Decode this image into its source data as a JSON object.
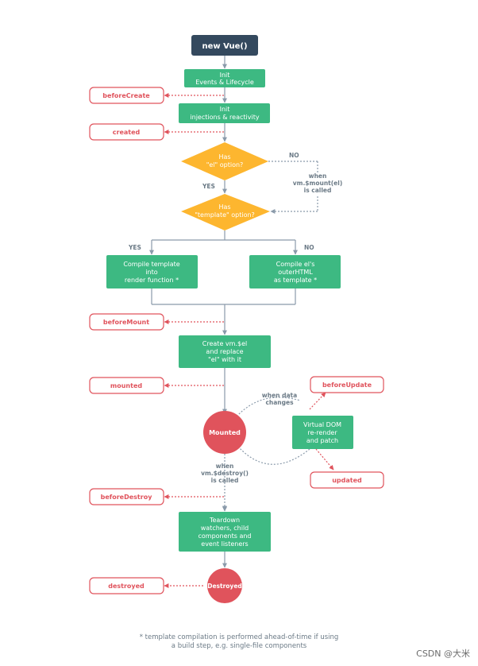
{
  "colors": {
    "node_dark": "#34495e",
    "node_green": "#3db982",
    "decision": "#fdb62f",
    "hook": "#e0535c",
    "connector": "#8a9aaa",
    "label": "#6b7a86"
  },
  "nodes": {
    "new_vue": "new Vue()",
    "init_events": [
      "Init",
      "Events & Lifecycle"
    ],
    "init_injections": [
      "Init",
      "injections & reactivity"
    ],
    "has_el": [
      "Has",
      "\"el\" option?"
    ],
    "has_template": [
      "Has",
      "\"template\" option?"
    ],
    "compile_template": [
      "Compile template",
      "into",
      "render function *"
    ],
    "compile_el": [
      "Compile el's",
      "outerHTML",
      "as template *"
    ],
    "create_el": [
      "Create vm.$el",
      "and replace",
      "\"el\" with it"
    ],
    "mounted_circle": "Mounted",
    "virtual_dom": [
      "Virtual DOM",
      "re-render",
      "and patch"
    ],
    "teardown": [
      "Teardown",
      "watchers, child",
      "components and",
      "event listeners"
    ],
    "destroyed_circle": "Destroyed"
  },
  "hooks": {
    "before_create": "beforeCreate",
    "created": "created",
    "before_mount": "beforeMount",
    "mounted": "mounted",
    "before_update": "beforeUpdate",
    "updated": "updated",
    "before_destroy": "beforeDestroy",
    "destroyed": "destroyed"
  },
  "labels": {
    "no_el": "NO",
    "yes_el": "YES",
    "when_mount": [
      "when",
      "vm.$mount(el)",
      "is called"
    ],
    "yes_template": "YES",
    "no_template": "NO",
    "when_data_changes": [
      "when data",
      "changes"
    ],
    "when_destroy": [
      "when",
      "vm.$destroy()",
      "is called"
    ]
  },
  "footer": {
    "note_line1": "* template compilation is performed ahead-of-time if using",
    "note_line2": "a build step, e.g. single-file components"
  },
  "watermark": "CSDN @大米"
}
